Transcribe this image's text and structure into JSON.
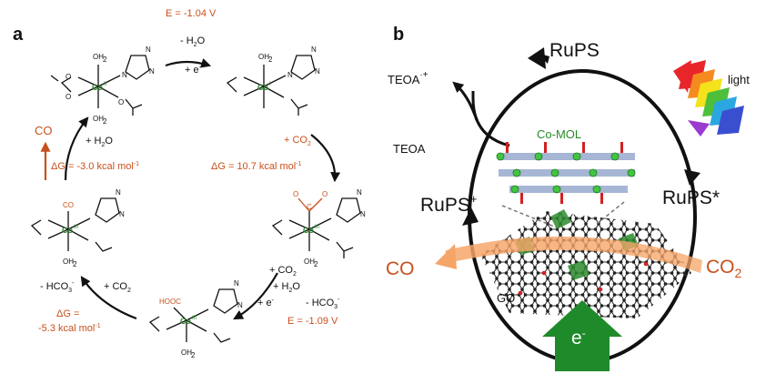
{
  "panel_a": {
    "label": "a",
    "co_label": "CO",
    "co_subscript_label": "CO",
    "cooh_label": "HOOC",
    "oh2": "OH",
    "oh2_sub": "2",
    "o": "O",
    "n": "N",
    "co_ii": "Co",
    "co_ii_ox": "II",
    "co_iii_ox": "III",
    "co_i_ox": "I",
    "ominus": "O",
    "c_atom": "C",
    "step1_energy": "E = -1.04 V",
    "step1_h2o": "- H",
    "step1_h2o_b": "2",
    "step1_h2o_c": "O",
    "step1_e": "+ e",
    "step1_e_sup": "-",
    "step2_co2": "+ CO",
    "step2_co2_sub": "2",
    "step2_dg": "ΔG = 10.7 kcal mol",
    "step2_dg_sup": "-1",
    "step3_co2": "+ CO",
    "step3_co2_sub": "2",
    "step3_h2o": "+ H",
    "step3_h2o_sub": "2",
    "step3_h2o_o": "O",
    "step3_e": "+ e",
    "step3_e_sup": "-",
    "step3_hco3": "- HCO",
    "step3_hco3_sub": "3",
    "step3_hco3_sup": "-",
    "step3_energy": "E = -1.09 V",
    "step4_hco3": "- HCO",
    "step4_hco3_sub": "3",
    "step4_hco3_sup": "-",
    "step4_co2": "+ CO",
    "step4_co2_sub": "2",
    "step4_dg_a": "ΔG =",
    "step4_dg_b": "-5.3 kcal mol",
    "step4_dg_sup": "-1",
    "step5_h2o": "+ H",
    "step5_h2o_sub": "2",
    "step5_h2o_o": "O",
    "step5_dg": "ΔG = -3.0 kcal mol",
    "step5_dg_sup": "-1"
  },
  "panel_b": {
    "label": "b",
    "rups": "RuPS",
    "rups_star": "RuPS*",
    "rups_plus": "RuPS",
    "rups_plus_sup": "+",
    "teoa": "TEOA",
    "teoa_ox": "TEOA",
    "teoa_ox_sup": "·+",
    "light": "light",
    "co_mol": "Co-MOL",
    "co": "CO",
    "co2": "CO",
    "co2_sub": "2",
    "go": "GO",
    "electron": "e",
    "electron_sup": "-"
  },
  "colors": {
    "accent_red": "#c8501c",
    "green": "#2a8a2a",
    "electron_arrow": "#1f8a2a",
    "orange_band": "#f4a46a"
  }
}
